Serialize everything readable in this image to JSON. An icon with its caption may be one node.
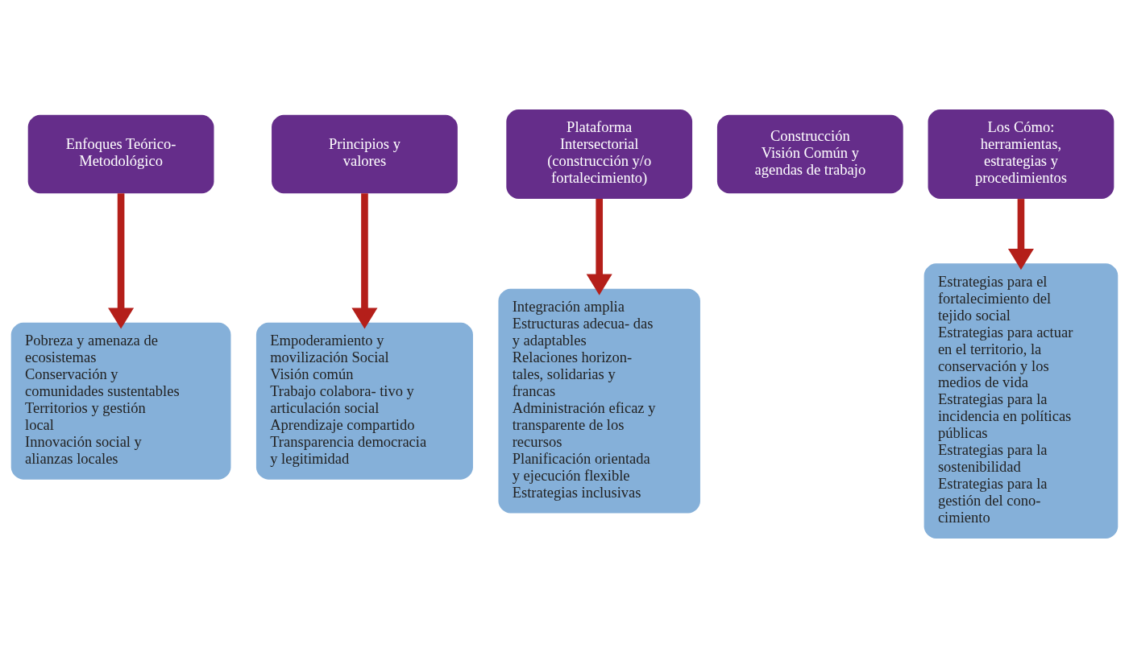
{
  "diagram": {
    "nodes": [
      {
        "text": [
          "Enfoques Teórico- Metodológico"
        ]
      },
      {
        "text": [
          "Principios y valores"
        ]
      },
      {
        "text": [
          "Plataforma Intersectorial (construcción y/o fortalecimiento)"
        ]
      },
      {
        "text": [
          "Construcción Visión Común y agendas de trabajo"
        ]
      },
      {
        "text": [
          "Los Cómo: herramientas, estrategias y procedimientos"
        ]
      },
      {
        "text": [
          "Pobreza y amenaza de ecosistemas",
          "Conservación y comunidades sustentables",
          "Territorios y gestión local",
          "Innovación social y alianzas locales"
        ]
      },
      {
        "text": [
          "Empoderamiento y movilización Social",
          "Visión común",
          "Trabajo colabora- tivo y articulación social",
          "Aprendizaje compartido",
          "Transparencia democracia y legitimidad"
        ]
      },
      {
        "text": [
          "Integración amplia",
          "Estructuras adecua- das y adaptables",
          "Relaciones horizon- tales, solidarias y francas",
          "Administración eficaz y transparente de los recursos",
          "Planificación orientada y ejecución flexible",
          "Estrategias inclusivas"
        ]
      },
      {
        "text": [
          "Estrategias para el fortalecimiento del tejido social",
          "Estrategias para actuar en el territorio, la conservación y los medios de vida",
          "Estrategias para la incidencia en políticas públicas",
          "Estrategias para la sostenibilidad",
          "Estrategias para la gestión del cono- cimiento"
        ]
      }
    ],
    "edges": [
      {
        "from": 0,
        "to": 5,
        "arrow": "to"
      },
      {
        "from": 1,
        "to": 6,
        "arrow": "to"
      },
      {
        "from": 2,
        "to": 7,
        "arrow": "to"
      },
      {
        "from": 4,
        "to": 8,
        "arrow": "to"
      }
    ]
  }
}
